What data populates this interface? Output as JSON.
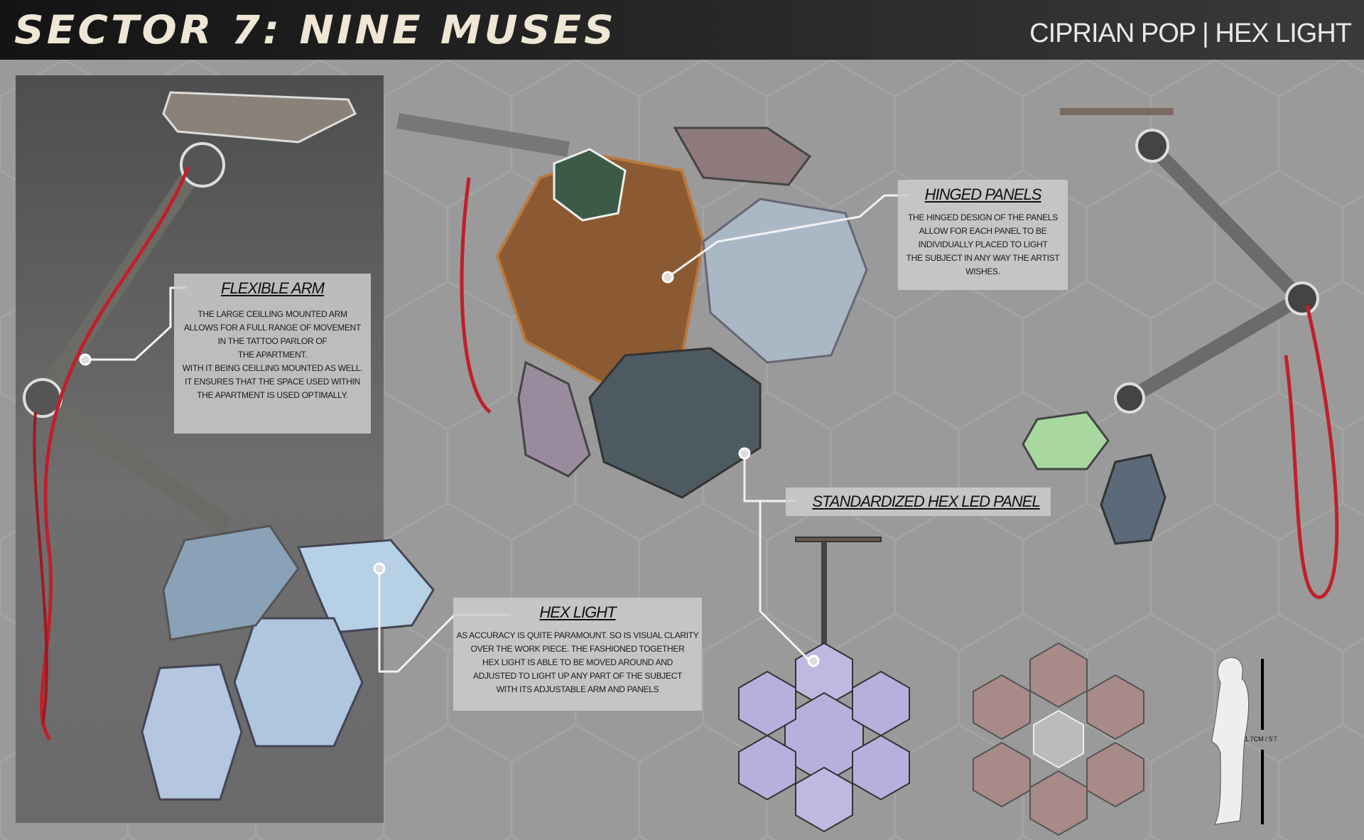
{
  "header": {
    "title": "SECTOR 7: NINE MUSES",
    "credit": "CIPRIAN POP | HEX LIGHT"
  },
  "callouts": {
    "flexible_arm": {
      "title": "FLEXIBLE ARM",
      "lines": [
        "THE LARGE CEILLING MOUNTED ARM",
        "ALLOWS FOR A FULL RANGE OF MOVEMENT",
        "IN THE TATTOO PARLOR OF",
        "THE APARTMENT.",
        "WITH IT BEING CEILLING MOUNTED AS WELL.",
        "IT ENSURES THAT THE SPACE USED WITHIN",
        "THE APARTMENT IS USED OPTIMALLY."
      ]
    },
    "hinged_panels": {
      "title": "HINGED PANELS",
      "lines": [
        "THE HINGED DESIGN OF THE PANELS",
        "ALLOW FOR EACH PANEL TO BE",
        "INDIVIDUALLY PLACED TO LIGHT",
        "THE SUBJECT IN ANY WAY THE ARTIST",
        "WISHES."
      ]
    },
    "standardized_panel": {
      "title": "STANDARDIZED HEX LED PANEL"
    },
    "hex_light": {
      "title": "HEX LIGHT",
      "lines": [
        "AS ACCURACY IS QUITE PARAMOUNT. SO IS VISUAL CLARITY",
        "OVER THE WORK PIECE.  THE FASHIONED TOGETHER",
        "HEX LIGHT IS ABLE TO BE MOVED AROUND AND",
        "ADJUSTED TO LIGHT UP ANY PART OF THE SUBJECT",
        "WITH ITS ADJUSTABLE ARM AND PANELS"
      ]
    }
  },
  "scale": {
    "label": "1.7CM / 5'7"
  },
  "colors": {
    "header": "#1e1e1e",
    "background": "#9a9a9a",
    "cable": "#c0202a",
    "panel_blue": "#a8c0d8",
    "panel_lilac": "#b8b0d8",
    "copper": "#9a5a2a"
  }
}
